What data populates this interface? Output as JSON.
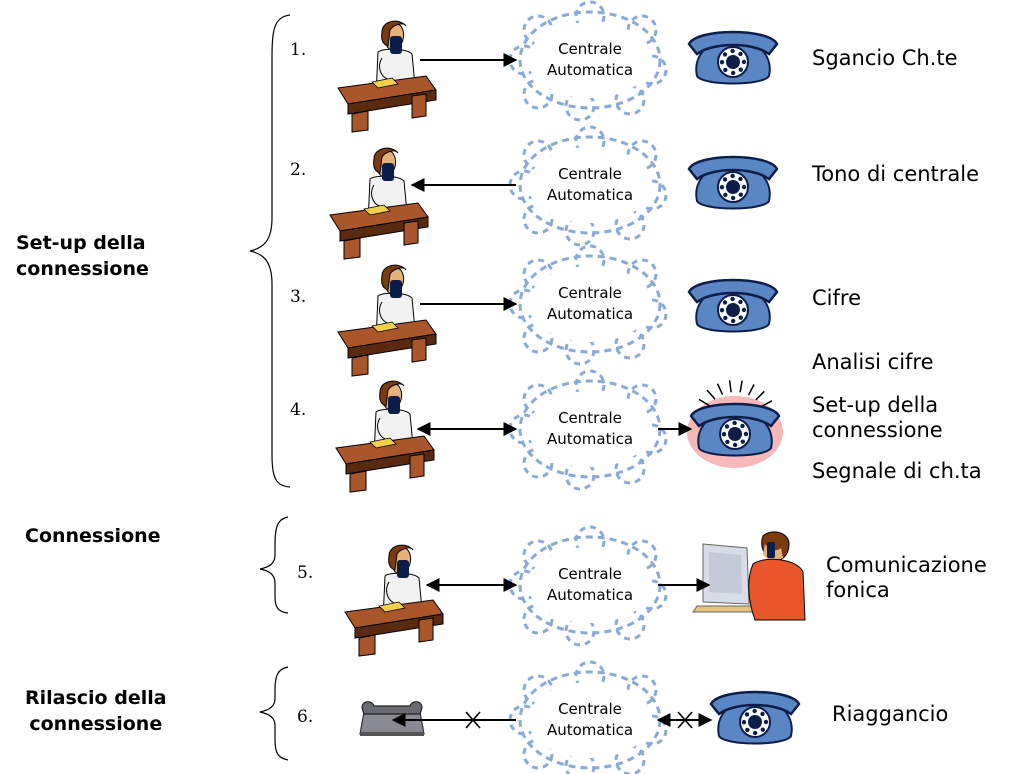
{
  "groups": {
    "setup": [
      "Set-up della",
      "connessione"
    ],
    "connection": "Connessione",
    "release": [
      "Rilascio della",
      "connessione"
    ]
  },
  "steps": [
    {
      "number": "1.",
      "direction": "to-exchange",
      "device": "phone",
      "labels": [
        "Sgancio Ch.te"
      ]
    },
    {
      "number": "2.",
      "direction": "from-exchange",
      "device": "phone",
      "labels": [
        "Tono di centrale"
      ]
    },
    {
      "number": "3.",
      "direction": "to-exchange",
      "device": "phone",
      "labels": [
        "Cifre",
        "Analisi cifre"
      ]
    },
    {
      "number": "4.",
      "direction": "bidirectional",
      "device": "ringing-phone",
      "labels": [
        "Set-up della",
        "connessione",
        "Segnale di ch.ta"
      ]
    },
    {
      "number": "5.",
      "direction": "bidirectional",
      "device": "person-at-computer",
      "labels": [
        "Comunicazione",
        "fonica"
      ]
    },
    {
      "number": "6.",
      "direction": "interrupted",
      "device": "phone",
      "labels": [
        "Riaggancio"
      ]
    }
  ],
  "exchange": {
    "line1": "Centrale",
    "line2": "Automatica"
  },
  "icons": {
    "caller": "person-at-desk-on-phone-icon",
    "phone": "rotary-phone-icon",
    "ringing_phone": "ringing-rotary-phone-icon",
    "callee": "person-at-computer-on-phone-icon",
    "hung_up_phone": "hung-up-phone-icon",
    "cloud": "exchange-cloud-icon"
  },
  "colors": {
    "cloud_stroke": "#8aa9d6",
    "phone_body": "#5b86c4",
    "phone_dark": "#0d1d4a",
    "ring_glow": "#f29a9a",
    "desk": "#a9562a",
    "desk_dark": "#5a2a10",
    "skin": "#e6b27a",
    "hair": "#7a3b10",
    "shirt": "#f2f2f2",
    "callee_shirt": "#e8572a",
    "monitor": "#d8dce6",
    "hung_phone": "#8a8a92"
  }
}
